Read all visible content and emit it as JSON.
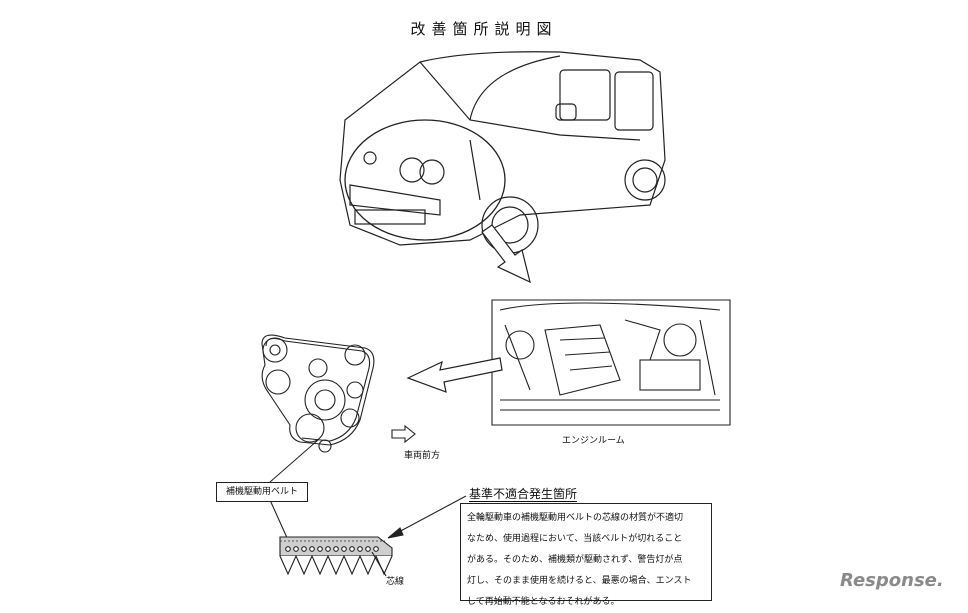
{
  "title": "改善箇所説明図",
  "labels": {
    "engine_room": "エンジンルーム",
    "vehicle_forward": "車両前方",
    "belt": "補機駆動用ベルト",
    "core_wire": "芯線"
  },
  "issue": {
    "heading": "基準不適合発生箇所",
    "lines": [
      "全輪駆動車の補機駆動用ベルトの芯線の材質が不適切",
      "なため、使用過程において、当該ベルトが切れること",
      "がある。そのため、補機類が駆動されず、警告灯が点",
      "灯し、そのまま使用を続けると、最悪の場合、エンスト",
      "して再始動不能となるおそれがある。"
    ]
  },
  "watermark": "Response."
}
